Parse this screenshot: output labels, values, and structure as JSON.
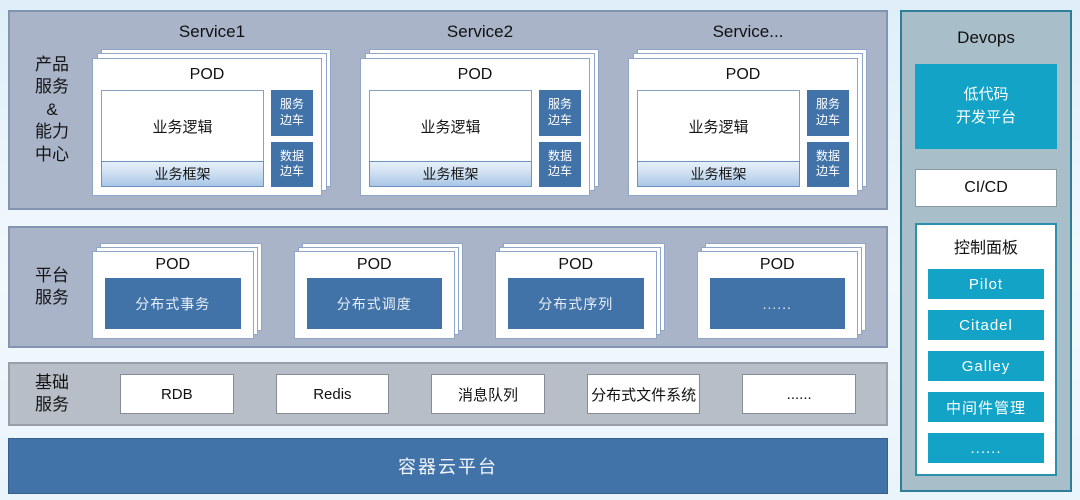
{
  "bands": {
    "product": {
      "label": "产品\n服务\n&\n能力\n中心",
      "services": [
        "Service1",
        "Service2",
        "Service..."
      ],
      "pod": {
        "title": "POD",
        "logic": "业务逻辑",
        "framework": "业务框架",
        "sidecar_service": "服务\n边车",
        "sidecar_data": "数据\n边车"
      }
    },
    "platform": {
      "label": "平台\n服务",
      "pods": [
        {
          "title": "POD",
          "service": "分布式事务"
        },
        {
          "title": "POD",
          "service": "分布式调度"
        },
        {
          "title": "POD",
          "service": "分布式序列"
        },
        {
          "title": "POD",
          "service": "......"
        }
      ]
    },
    "infra": {
      "label": "基础\n服务",
      "items": [
        "RDB",
        "Redis",
        "消息队列",
        "分布式文件系统",
        "......"
      ]
    },
    "container_platform": "容器云平台"
  },
  "devops": {
    "title": "Devops",
    "lowcode": "低代码\n开发平台",
    "cicd": "CI/CD",
    "control_panel": {
      "title": "控制面板",
      "items": [
        "Pilot",
        "Citadel",
        "Galley",
        "中间件管理",
        "......"
      ]
    }
  },
  "colors": {
    "band_fill": "#a9b4c9",
    "band_border": "#8294b2",
    "infra_fill": "#b8bec7",
    "steel_blue": "#4173a9",
    "framework_blue": "#a9c6e6",
    "teal": "#12a3c6",
    "devops_panel_fill": "#a8bfca",
    "devops_border": "#2f7e99",
    "page_bg_top": "#dfeef9"
  }
}
